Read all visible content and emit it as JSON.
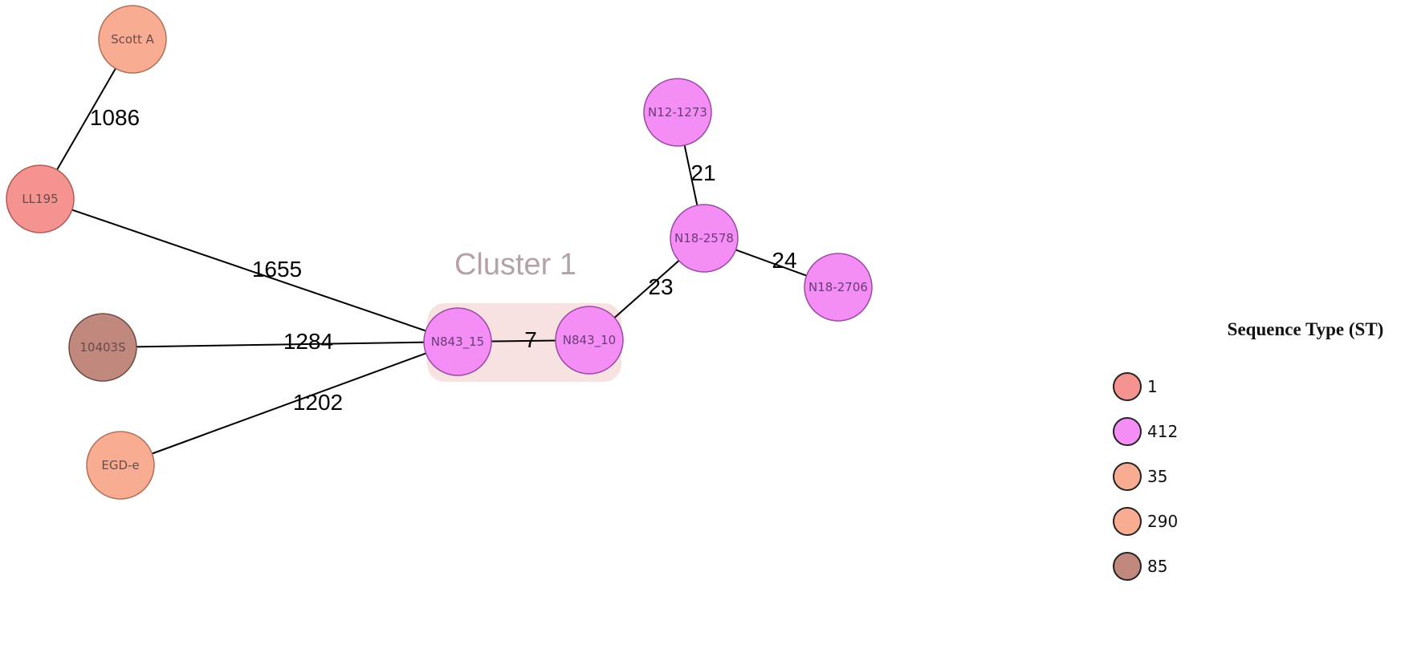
{
  "diagram": {
    "cluster": {
      "label": "Cluster 1",
      "color": "#f7dede"
    },
    "nodes": [
      {
        "id": "scott-a",
        "label": "Scott A",
        "st": "35"
      },
      {
        "id": "ll195",
        "label": "LL195",
        "st": "1"
      },
      {
        "id": "10403s",
        "label": "10403S",
        "st": "85"
      },
      {
        "id": "egd-e",
        "label": "EGD-e",
        "st": "290"
      },
      {
        "id": "n843-15",
        "label": "N843_15",
        "st": "412"
      },
      {
        "id": "n843-10",
        "label": "N843_10",
        "st": "412"
      },
      {
        "id": "n12-1273",
        "label": "N12-1273",
        "st": "412"
      },
      {
        "id": "n18-2578",
        "label": "N18-2578",
        "st": "412"
      },
      {
        "id": "n18-2706",
        "label": "N18-2706",
        "st": "412"
      }
    ],
    "edges": [
      {
        "source": "scott-a",
        "target": "ll195",
        "label": "1086"
      },
      {
        "source": "ll195",
        "target": "n843-15",
        "label": "1655"
      },
      {
        "source": "10403s",
        "target": "n843-15",
        "label": "1284"
      },
      {
        "source": "egd-e",
        "target": "n843-15",
        "label": "1202"
      },
      {
        "source": "n843-15",
        "target": "n843-10",
        "label": "7"
      },
      {
        "source": "n843-10",
        "target": "n18-2578",
        "label": "23"
      },
      {
        "source": "n12-1273",
        "target": "n18-2578",
        "label": "21"
      },
      {
        "source": "n18-2578",
        "target": "n18-2706",
        "label": "24"
      }
    ]
  },
  "legend": {
    "title": "Sequence Type (ST)",
    "items": [
      {
        "label": "1",
        "color": "#f49390"
      },
      {
        "label": "412",
        "color": "#f48ef6"
      },
      {
        "label": "35",
        "color": "#f8ad93"
      },
      {
        "label": "290",
        "color": "#f8ad93"
      },
      {
        "label": "85",
        "color": "#c1887d"
      }
    ]
  }
}
